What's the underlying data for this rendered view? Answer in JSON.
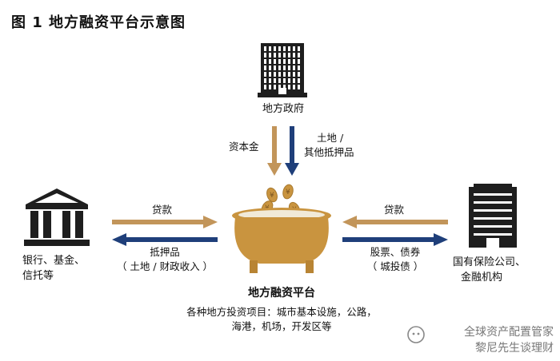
{
  "title": "图 1  地方融资平台示意图",
  "government": {
    "label": "地方政府",
    "flow_left": "资本金",
    "flow_right_line1": "土地 /",
    "flow_right_line2": "其他抵押品"
  },
  "banks": {
    "label_line1": "银行、基金、",
    "label_line2": "信托等",
    "arrow_in": "贷款",
    "arrow_out_line1": "抵押品",
    "arrow_out_line2": "（ 土地 / 财政收入 ）"
  },
  "insurers": {
    "label_line1": "国有保险公司、",
    "label_line2": "金融机构",
    "arrow_in": "贷款",
    "arrow_out_line1": "股票、债券",
    "arrow_out_line2": "（ 城投债 ）"
  },
  "platform": {
    "label": "地方融资平台",
    "desc_line1": "各种地方投资项目：城市基本设施，公路，",
    "desc_line2": "海港，机场，开发区等"
  },
  "watermark": {
    "line1": "全球资产配置管家",
    "line2": "黎尼先生谈理财"
  },
  "colors": {
    "tan_arrow": "#c2955a",
    "blue_arrow": "#1f3f7a",
    "pot": "#c9943f",
    "icon_dark": "#1e1e1e"
  }
}
